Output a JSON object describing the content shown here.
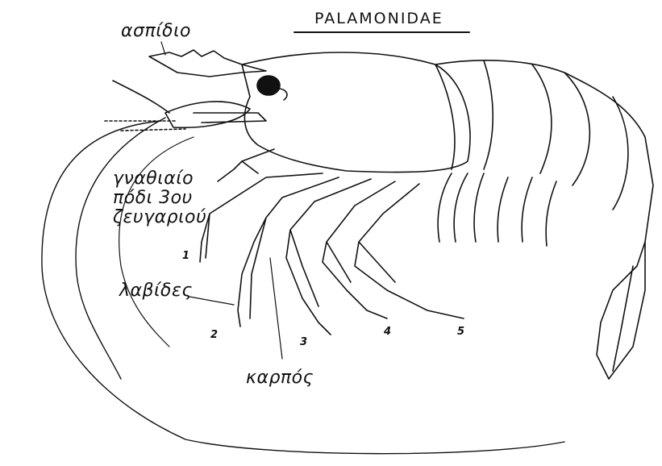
{
  "title": "PALAMONIDAE",
  "labels": {
    "rostrum": "ασπίδιο",
    "maxilliped_line1": "γναθιαίο",
    "maxilliped_line2": "πόδι 3ου",
    "maxilliped_line3": "ζευγαριού",
    "claws": "λαβίδες",
    "carpus": "καρπός"
  },
  "leg_numbers": [
    "1",
    "2",
    "3",
    "4",
    "5"
  ]
}
